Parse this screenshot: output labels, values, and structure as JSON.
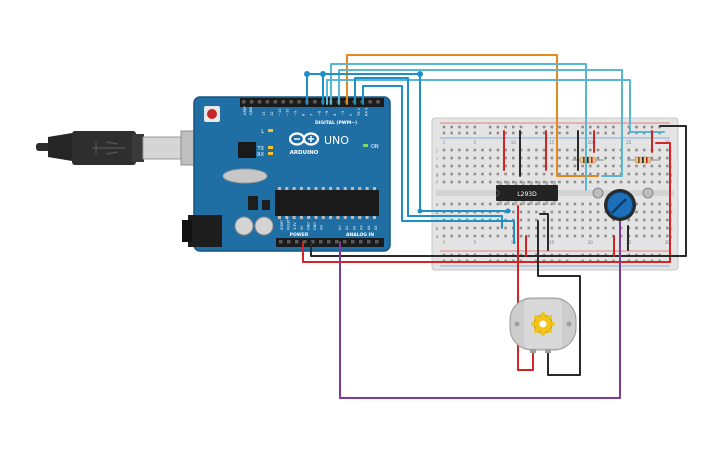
{
  "arduino": {
    "board_name": "UNO",
    "brand": "ARDUINO",
    "digital_label": "DIGITAL (PWM~)",
    "power_label": "POWER",
    "analog_label": "ANALOG IN",
    "aref_label": "AREF",
    "gnd_label": "GND",
    "tx_label": "TX",
    "rx_label": "RX",
    "l_label": "L",
    "on_label": "ON",
    "digital_pins": [
      "13",
      "12",
      "~11",
      "~10",
      "~9",
      "8",
      "7",
      "~6",
      "~5",
      "4",
      "~3",
      "2",
      "TX 1",
      "RX 0"
    ],
    "power_pins": [
      "IOREF",
      "RESET",
      "3.3V",
      "5V",
      "GND",
      "GND",
      "Vin"
    ],
    "analog_pins": [
      "A0",
      "A1",
      "A2",
      "A3",
      "A4",
      "A5"
    ]
  },
  "breadboard": {
    "ic_label": "L293D",
    "row_letters_top": [
      "j",
      "i",
      "h",
      "g",
      "f"
    ],
    "row_letters_bottom": [
      "e",
      "d",
      "c",
      "b",
      "a"
    ],
    "column_numbers": [
      "1",
      "5",
      "10",
      "15",
      "20",
      "25",
      "30"
    ]
  },
  "colors": {
    "wire_orange": "#e2891d",
    "wire_cyan": "#58b7d3",
    "wire_blue": "#1f8fc7",
    "wire_red": "#d42323",
    "wire_black": "#2a2a2a",
    "wire_purple": "#7a3c98",
    "board_blue": "#1f6fa5",
    "breadboard": "#e4e4e4",
    "pot_blue": "#1d6fb8"
  }
}
